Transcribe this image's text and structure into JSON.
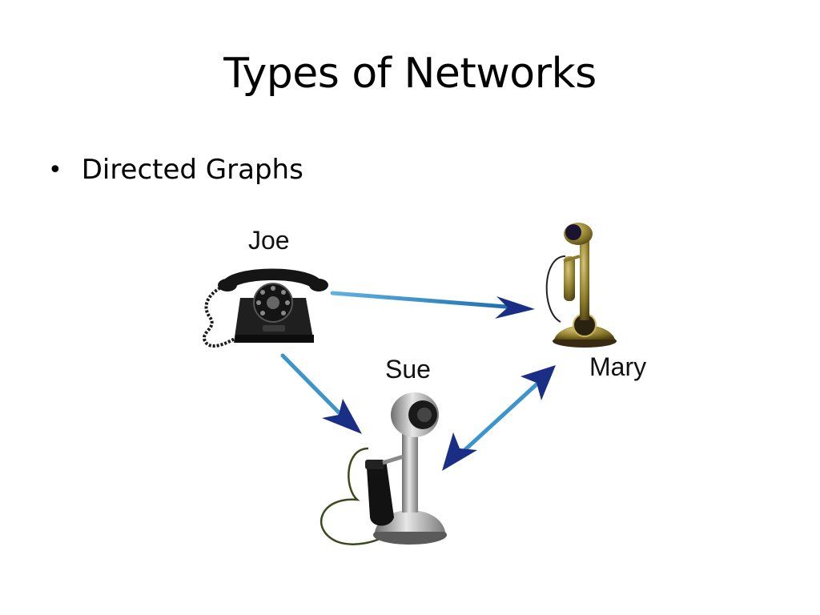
{
  "slide": {
    "title": "Types of Networks",
    "bullets": [
      {
        "text": "Directed Graphs"
      }
    ]
  },
  "diagram": {
    "nodes": [
      {
        "id": "joe",
        "label": "Joe",
        "icon": "rotary-desk-phone-icon"
      },
      {
        "id": "mary",
        "label": "Mary",
        "icon": "ornate-candlestick-phone-icon"
      },
      {
        "id": "sue",
        "label": "Sue",
        "icon": "candlestick-phone-icon"
      }
    ],
    "edges": [
      {
        "from": "joe",
        "to": "mary",
        "direction": "one-way"
      },
      {
        "from": "joe",
        "to": "sue",
        "direction": "one-way"
      },
      {
        "from": "sue",
        "to": "mary",
        "direction": "two-way"
      }
    ],
    "colors": {
      "arrow_shaft": "#2f8fc7",
      "arrow_head": "#1a2e86",
      "joe_phone": "#1c1c1c",
      "mary_phone": "#8a7a2a",
      "sue_phone": "#9a9a9a"
    }
  }
}
